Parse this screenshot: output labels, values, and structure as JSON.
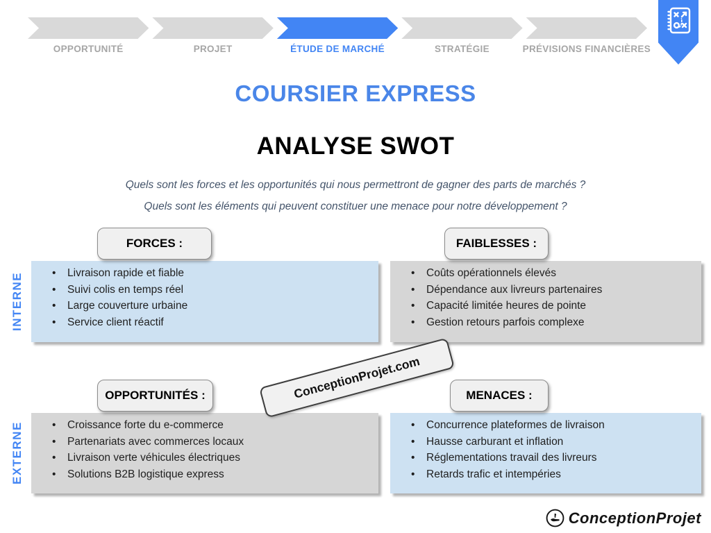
{
  "stepper": {
    "steps": [
      {
        "label": "OPPORTUNITÉ",
        "active": false
      },
      {
        "label": "PROJET",
        "active": false
      },
      {
        "label": "ÉTUDE DE MARCHÉ",
        "active": true
      },
      {
        "label": "STRATÉGIE",
        "active": false
      },
      {
        "label": "PRÉVISIONS FINANCIÈRES",
        "active": false
      }
    ]
  },
  "titles": {
    "company": "COURSIER EXPRESS",
    "page": "ANALYSE SWOT"
  },
  "questions": [
    "Quels sont les forces et les opportunités qui nous permettront de gagner des parts de marchés ?",
    "Quels sont les éléments qui peuvent constituer une menace pour notre développement ?"
  ],
  "swot": {
    "row_labels": {
      "internal": "INTERNE",
      "external": "EXTERNE"
    },
    "quadrants": [
      {
        "title": "FORCES :",
        "tone": "blue",
        "items": [
          "Livraison rapide et fiable",
          "Suivi colis en temps réel",
          "Large couverture urbaine",
          "Service client réactif"
        ]
      },
      {
        "title": "FAIBLESSES :",
        "tone": "gray",
        "items": [
          "Coûts opérationnels élevés",
          "Dépendance aux livreurs partenaires",
          "Capacité limitée heures de pointe",
          "Gestion retours parfois complexe"
        ]
      },
      {
        "title": "OPPORTUNITÉS :",
        "tone": "gray",
        "items": [
          "Croissance forte du e-commerce",
          "Partenariats avec commerces locaux",
          "Livraison verte véhicules électriques",
          "Solutions B2B logistique express"
        ]
      },
      {
        "title": "MENACES :",
        "tone": "blue",
        "items": [
          "Concurrence plateformes de livraison",
          "Hausse carburant et inflation",
          "Réglementations travail des livreurs",
          "Retards trafic et intempéries"
        ]
      }
    ]
  },
  "watermark": "ConceptionProjet.com",
  "logo": {
    "text": "ConceptionProjet",
    "icon": "hand-logo-icon"
  },
  "icons": {
    "badge": "strategy-board-icon"
  },
  "colors": {
    "accent_blue": "#4285F4",
    "title_blue": "#4A86E8",
    "panel_blue": "#CDE1F2",
    "panel_gray": "#D6D6D6",
    "chevron_inactive": "#D9D9D9",
    "step_label_gray": "#A6A6A6",
    "question_text": "#44546A"
  }
}
